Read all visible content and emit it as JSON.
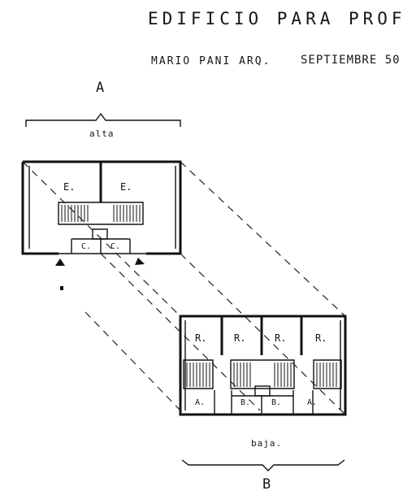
{
  "header": {
    "title": "EDIFICIO PARA PROFESORES",
    "architect": "MARIO PANI ARQ.",
    "date": "SEPTIEMBRE 50"
  },
  "upper_plan": {
    "section_letter": "A",
    "floor_label": "alta",
    "rooms": [
      "E.",
      "E."
    ],
    "closets": [
      "C.",
      "C."
    ]
  },
  "lower_plan": {
    "section_letter": "B",
    "floor_label": "baja.",
    "rooms": [
      "R.",
      "R.",
      "R.",
      "R."
    ],
    "annexes": [
      "A.",
      "B.",
      "B.",
      "A."
    ]
  }
}
